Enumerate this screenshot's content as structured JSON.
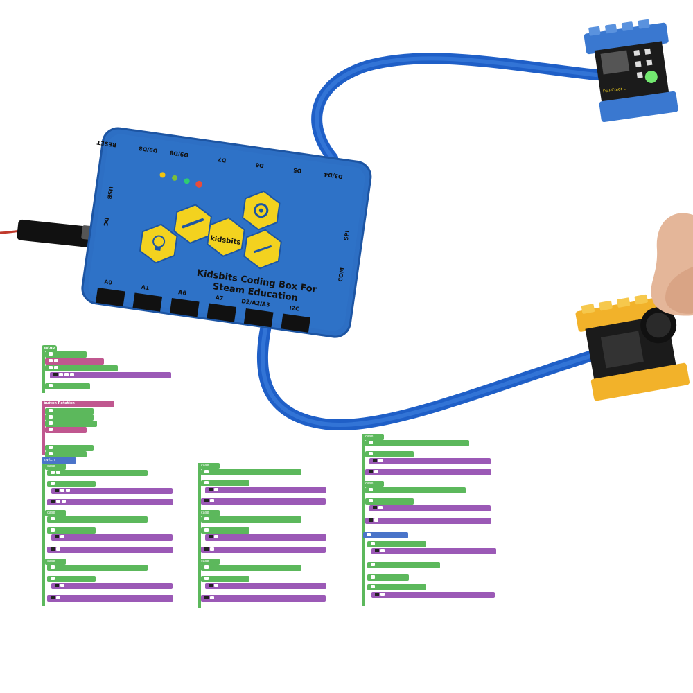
{
  "photo": {
    "box": {
      "title_line1": "Kidsbits Coding Box For",
      "title_line2": "Steam Education",
      "brand": "kidsbits",
      "top_ports": [
        "RESET",
        "D9/D8",
        "D9/D8",
        "D7",
        "D6",
        "D5",
        "D3/D4"
      ],
      "side_labels_left": [
        "USB",
        "DC"
      ],
      "side_labels_right": [
        "SPI",
        "COM"
      ],
      "bottom_ports": [
        "A0",
        "A1",
        "A6",
        "A7",
        "D2/A2/A3",
        "I2C"
      ],
      "box_color": "#2d6fc4",
      "hex_color": "#f3d21f"
    },
    "module_top_label": "Full-Color L",
    "module_top_color": "#3a78d0",
    "module_bottom_color": "#f2b22a",
    "cable_color": "#1f5fc7"
  },
  "code_blocks": {
    "setup_label": "setup",
    "button_label": "button",
    "rotation_label": "Rotation",
    "case_label": "case",
    "switch_label": "switch",
    "colors": {
      "green": "#5cb85c",
      "purple": "#9b59b6",
      "pink": "#c0578f",
      "blue": "#4a74c9"
    }
  }
}
